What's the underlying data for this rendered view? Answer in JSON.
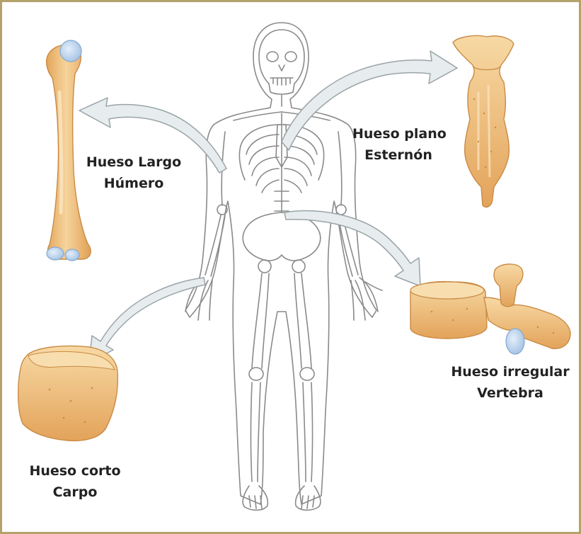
{
  "labels": {
    "long": {
      "line1": "Hueso Largo",
      "line2": "Húmero"
    },
    "flat": {
      "line1": "Hueso plano",
      "line2": "Esternón"
    },
    "irregular": {
      "line1": "Hueso irregular",
      "line2": "Vertebra"
    },
    "short": {
      "line1": "Hueso corto",
      "line2": "Carpo"
    }
  },
  "colors": {
    "frame": "#b3a36b",
    "bone_fill": "#f2c886",
    "bone_dark": "#e0a45a",
    "bone_light": "#f8deaf",
    "cartilage": "#b9d3ee",
    "skeleton_line": "#8a8a8a",
    "arrow_fill": "#e7ecee",
    "arrow_stroke": "#9aa4a8"
  },
  "icons": [
    "humerus-bone-icon",
    "sternum-bone-icon",
    "vertebra-bone-icon",
    "carpal-bone-icon",
    "skeleton-figure-icon"
  ]
}
